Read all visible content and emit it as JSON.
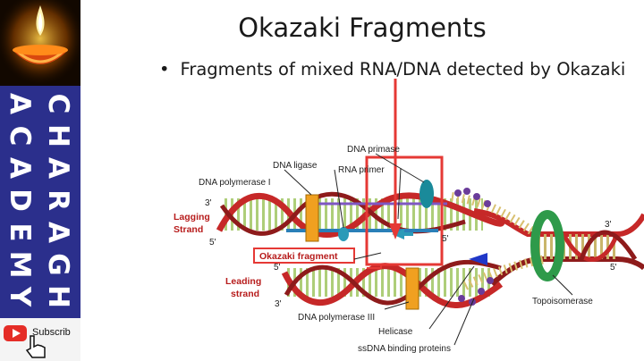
{
  "sidebar": {
    "letters_col1": [
      "C",
      "H",
      "A",
      "R",
      "A",
      "G",
      "H"
    ],
    "letters_col2": [
      "A",
      "C",
      "A",
      "D",
      "E",
      "M",
      "Y"
    ],
    "subscribe_label": "Subscrib",
    "colors": {
      "bg": "#2b2f8c",
      "text": "#ffffff"
    }
  },
  "slide": {
    "title": "Okazaki Fragments",
    "bullet": "Fragments of mixed RNA/DNA detected by Okazaki"
  },
  "diagram": {
    "labels": {
      "dna_primase": "DNA primase",
      "dna_ligase": "DNA ligase",
      "rna_primer": "RNA primer",
      "dna_polymerase_1": "DNA polymerase I",
      "lagging_1": "Lagging",
      "lagging_2": "Strand",
      "okazaki_fragment": "Okazaki fragment",
      "leading_1": "Leading",
      "leading_2": "strand",
      "dna_polymerase_3": "DNA polymerase III",
      "helicase": "Helicase",
      "ssdna": "ssDNA binding proteins",
      "topoisomerase": "Topoisomerase",
      "p3_a": "3'",
      "p5_a": "5'",
      "p5_b": "5'",
      "p5_c": "5'",
      "p3_b": "3'",
      "p3_c": "3'",
      "p5_d": "5'"
    },
    "colors": {
      "strand_red": "#c62828",
      "highlight": "#e53935",
      "rungs": "#a5c96a",
      "enzyme_orange": "#f0a020",
      "teal": "#1a8a9a",
      "purple": "#6a3c9a",
      "helicase_blue": "#2038c8",
      "topo_green": "#2e9a4a"
    }
  }
}
